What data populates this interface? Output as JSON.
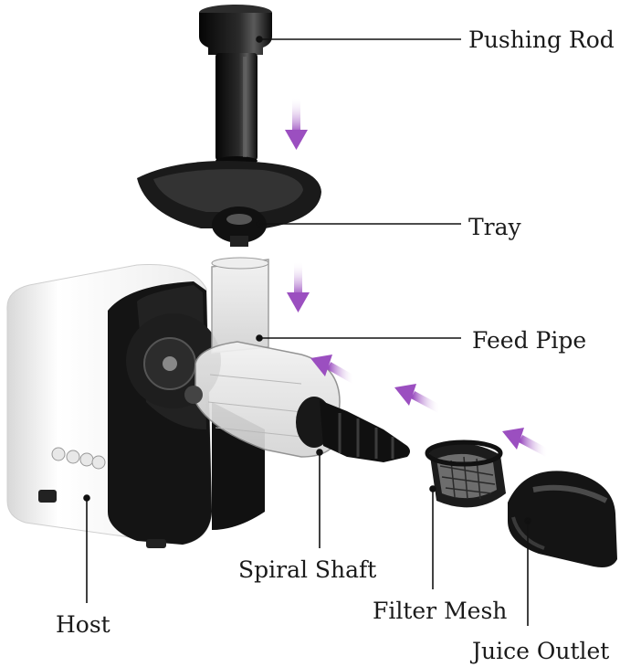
{
  "labels": {
    "pushing_rod": "Pushing Rod",
    "tray": "Tray",
    "feed_pipe": "Feed Pipe",
    "spiral_shaft": "Spiral Shaft",
    "host": "Host",
    "filter_mesh": "Filter Mesh",
    "juice_outlet": "Juice Outlet"
  },
  "colors": {
    "arrow": "#9b4fc0",
    "body_black": "#141414",
    "body_white": "#f4f4f4",
    "leader_line": "#111111",
    "label_text": "#1a1a1a"
  },
  "icons": {
    "assembly_arrow": "arrow-down-icon"
  }
}
